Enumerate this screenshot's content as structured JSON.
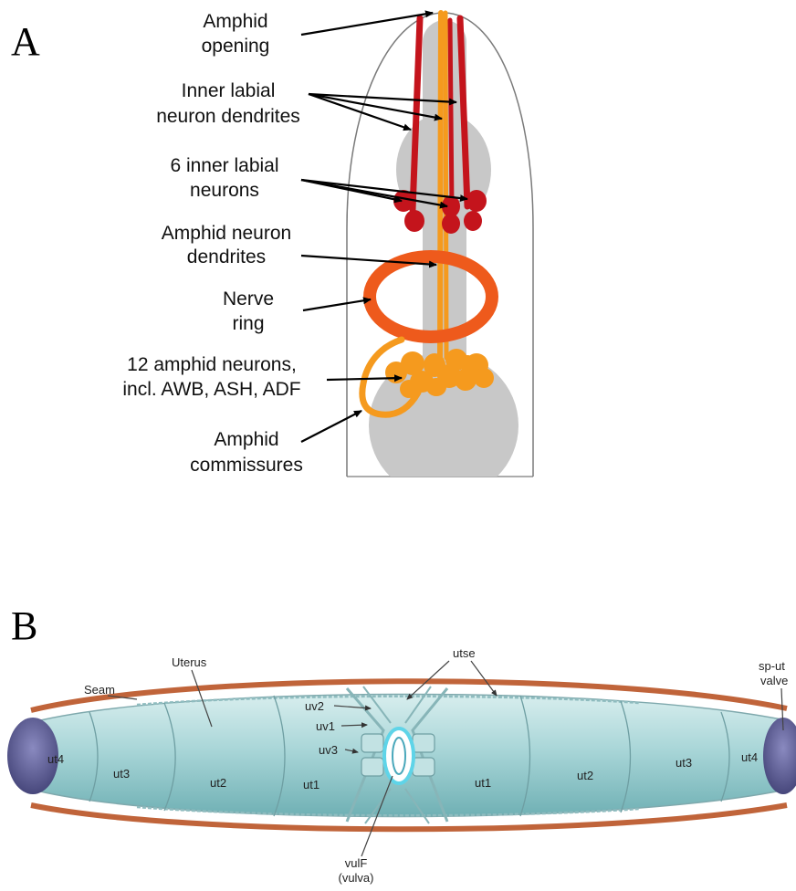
{
  "panel_a": {
    "letter": "A",
    "labels": {
      "amphid_opening": [
        "Amphid",
        "opening"
      ],
      "inner_labial_dendrites": [
        "Inner labial",
        "neuron dendrites"
      ],
      "inner_labial_neurons": [
        "6 inner labial",
        "neurons"
      ],
      "amphid_dendrites": [
        "Amphid neuron",
        "dendrites"
      ],
      "nerve_ring": [
        "Nerve",
        "ring"
      ],
      "amphid_neurons": [
        "12 amphid neurons,",
        "incl. AWB, ASH, ADF"
      ],
      "amphid_commissures": [
        "Amphid",
        "commissures"
      ]
    },
    "colors": {
      "body_gray": "#c8c8c8",
      "inner_labial_red": "#c4141c",
      "amphid_orange": "#f59a1e",
      "nerve_ring_orange": "#ee5a1c",
      "outline": "#777777"
    }
  },
  "panel_b": {
    "letter": "B",
    "labels": {
      "seam": "Seam",
      "uterus": "Uterus",
      "utse": "utse",
      "sp_ut_valve": [
        "sp-ut",
        "valve"
      ],
      "uv2": "uv2",
      "uv1": "uv1",
      "uv3": "uv3",
      "vulf": [
        "vulF",
        "(vulva)"
      ],
      "segments_left": [
        "ut4",
        "ut3",
        "ut2",
        "ut1"
      ],
      "segments_right": [
        "ut1",
        "ut2",
        "ut3",
        "ut4"
      ]
    },
    "colors": {
      "uterus_teal": "#a9d6d8",
      "seam_brown": "#c0643a",
      "valve_purple": "#55558a",
      "vulva_cyan": "#5fd4e8"
    }
  }
}
